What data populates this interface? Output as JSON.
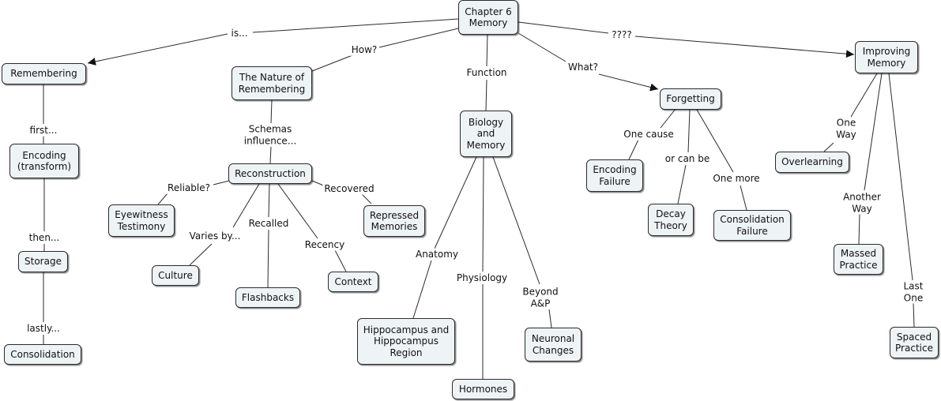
{
  "nodes": {
    "chapter6": "Chapter 6\nMemory",
    "remembering": "Remembering",
    "nature": "The Nature of\nRemembering",
    "biology": "Biology\nand\nMemory",
    "forgetting": "Forgetting",
    "improving": "Improving\nMemory",
    "encoding": "Encoding\n(transform)",
    "storage": "Storage",
    "consolidation": "Consolidation",
    "reconstruction": "Reconstruction",
    "eyewitness": "Eyewitness\nTestimony",
    "repressed": "Repressed\nMemories",
    "culture": "Culture",
    "flashbacks": "Flashbacks",
    "context": "Context",
    "hippocampus": "Hippocampus and\nHippocampus\nRegion",
    "hormones": "Hormones",
    "neuronal": "Neuronal\nChanges",
    "encoding_failure": "Encoding\nFailure",
    "decay": "Decay\nTheory",
    "consolidation_failure": "Consolidation\nFailure",
    "overlearning": "Overlearning",
    "massed": "Massed\nPractice",
    "spaced": "Spaced\nPractice"
  },
  "links": {
    "is": "is...",
    "how": "How?",
    "function": "Function",
    "what": "What?",
    "qqqq": "????",
    "first": "first...",
    "then": "then...",
    "lastly": "lastly...",
    "schemas": "Schemas\ninfluence...",
    "reliable": "Reliable?",
    "recovered": "Recovered",
    "varies": "Varies by...",
    "recalled": "Recalled",
    "recency": "Recency",
    "anatomy": "Anatomy",
    "physiology": "Physiology",
    "beyond": "Beyond\nA&P",
    "one_cause": "One cause",
    "or_can_be": "or can be",
    "one_more": "One more",
    "one_way": "One\nWay",
    "another_way": "Another\nWay",
    "last_one": "Last\nOne"
  },
  "colors": {
    "node_fill": "#eef3f6",
    "node_border": "#2b2b2b",
    "line": "#2b2b2b"
  }
}
